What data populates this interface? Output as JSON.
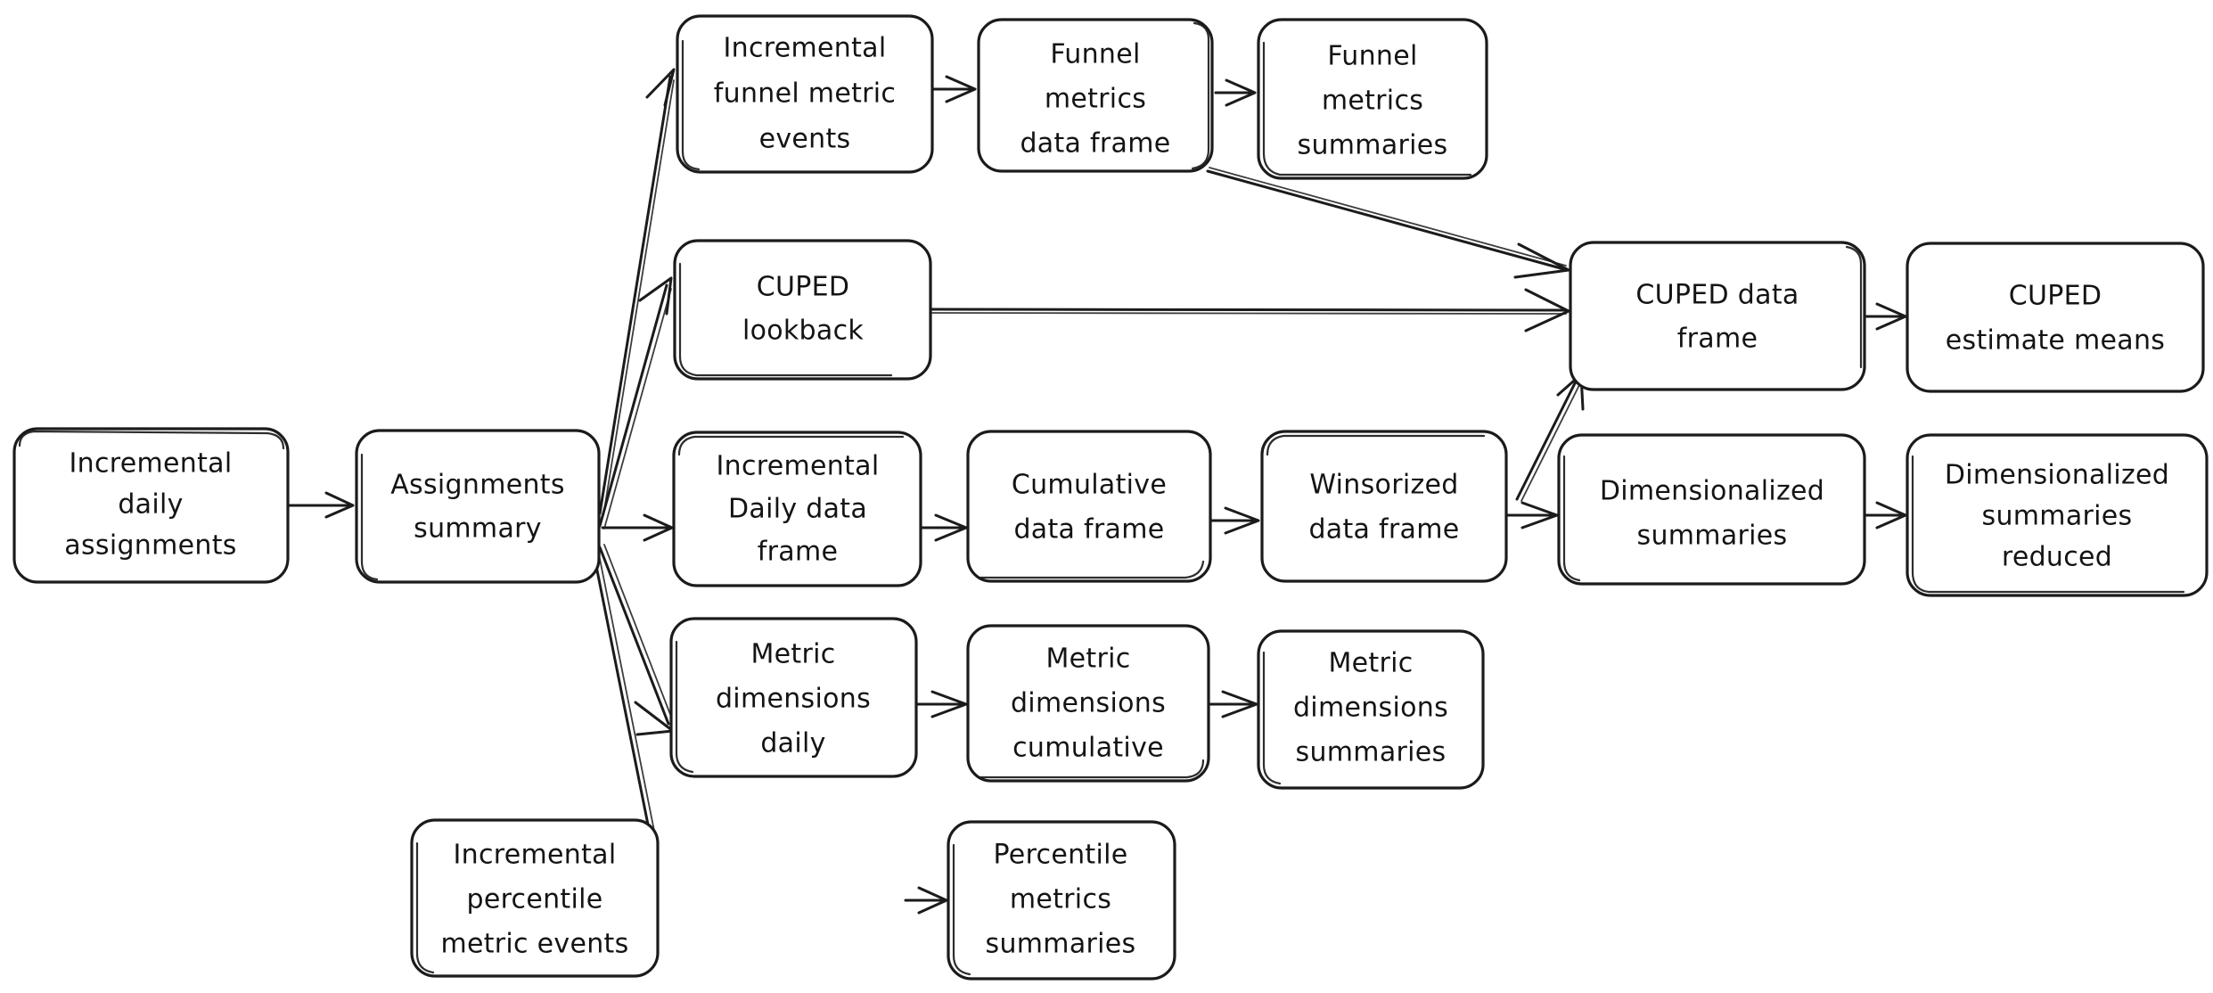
{
  "diagram": {
    "title": "Experiment metrics data pipeline flowchart",
    "style": "hand-drawn",
    "stroke_color": "#1b1b1b",
    "text_color": "#141414",
    "background_color": "#ffffff",
    "nodes": [
      {
        "id": "incremental-daily-assignments",
        "lines": [
          "Incremental",
          "daily",
          "assignments"
        ]
      },
      {
        "id": "assignments-summary",
        "lines": [
          "Assignments",
          "summary"
        ]
      },
      {
        "id": "incremental-funnel-metric-events",
        "lines": [
          "Incremental",
          "funnel metric",
          "events"
        ]
      },
      {
        "id": "funnel-metrics-data-frame",
        "lines": [
          "Funnel",
          "metrics",
          "data frame"
        ]
      },
      {
        "id": "funnel-metrics-summaries",
        "lines": [
          "Funnel",
          "metrics",
          "summaries"
        ]
      },
      {
        "id": "cuped-lookback",
        "lines": [
          "CUPED",
          "lookback"
        ]
      },
      {
        "id": "cuped-data-frame",
        "lines": [
          "CUPED data",
          "frame"
        ]
      },
      {
        "id": "cuped-estimate-means",
        "lines": [
          "CUPED",
          "estimate means"
        ]
      },
      {
        "id": "incremental-daily-data-frame",
        "lines": [
          "Incremental",
          "Daily data",
          "frame"
        ]
      },
      {
        "id": "cumulative-data-frame",
        "lines": [
          "Cumulative",
          "data frame"
        ]
      },
      {
        "id": "winsorized-data-frame",
        "lines": [
          "Winsorized",
          "data frame"
        ]
      },
      {
        "id": "dimensionalized-summaries",
        "lines": [
          "Dimensionalized",
          "summaries"
        ]
      },
      {
        "id": "dimensionalized-summaries-reduced",
        "lines": [
          "Dimensionalized",
          "summaries",
          "reduced"
        ]
      },
      {
        "id": "metric-dimensions-daily",
        "lines": [
          "Metric",
          "dimensions",
          "daily"
        ]
      },
      {
        "id": "metric-dimensions-cumulative",
        "lines": [
          "Metric",
          "dimensions",
          "cumulative"
        ]
      },
      {
        "id": "metric-dimensions-summaries",
        "lines": [
          "Metric",
          "dimensions",
          "summaries"
        ]
      },
      {
        "id": "incremental-percentile-metric-events",
        "lines": [
          "Incremental",
          "percentile",
          "metric events"
        ]
      },
      {
        "id": "percentile-metrics-summaries",
        "lines": [
          "Percentile",
          "metrics",
          "summaries"
        ]
      }
    ],
    "edges": [
      {
        "from": "incremental-daily-assignments",
        "to": "assignments-summary"
      },
      {
        "from": "assignments-summary",
        "to": "incremental-funnel-metric-events"
      },
      {
        "from": "assignments-summary",
        "to": "cuped-lookback"
      },
      {
        "from": "assignments-summary",
        "to": "incremental-daily-data-frame"
      },
      {
        "from": "assignments-summary",
        "to": "metric-dimensions-daily"
      },
      {
        "from": "assignments-summary",
        "to": "incremental-percentile-metric-events"
      },
      {
        "from": "incremental-funnel-metric-events",
        "to": "funnel-metrics-data-frame"
      },
      {
        "from": "funnel-metrics-data-frame",
        "to": "funnel-metrics-summaries"
      },
      {
        "from": "funnel-metrics-data-frame",
        "to": "cuped-data-frame"
      },
      {
        "from": "cuped-lookback",
        "to": "cuped-data-frame"
      },
      {
        "from": "cuped-data-frame",
        "to": "cuped-estimate-means"
      },
      {
        "from": "incremental-daily-data-frame",
        "to": "cumulative-data-frame"
      },
      {
        "from": "cumulative-data-frame",
        "to": "winsorized-data-frame"
      },
      {
        "from": "winsorized-data-frame",
        "to": "dimensionalized-summaries"
      },
      {
        "from": "winsorized-data-frame",
        "to": "cuped-data-frame"
      },
      {
        "from": "dimensionalized-summaries",
        "to": "dimensionalized-summaries-reduced"
      },
      {
        "from": "metric-dimensions-daily",
        "to": "metric-dimensions-cumulative"
      },
      {
        "from": "metric-dimensions-cumulative",
        "to": "metric-dimensions-summaries"
      },
      {
        "from": "incremental-percentile-metric-events",
        "to": "percentile-metrics-summaries"
      }
    ]
  }
}
